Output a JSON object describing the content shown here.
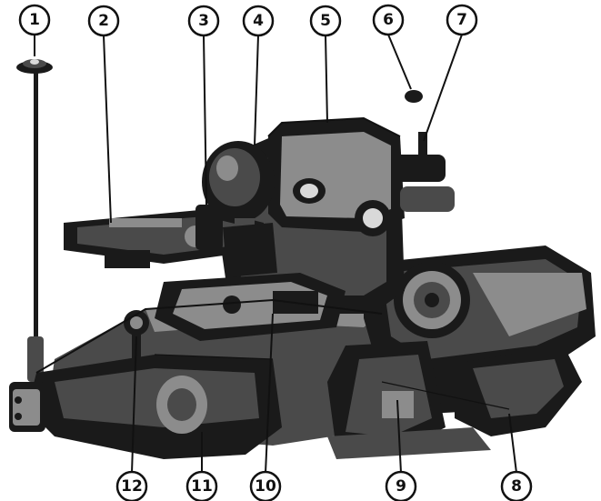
{
  "callouts": [
    {
      "label": "1"
    },
    {
      "label": "2"
    },
    {
      "label": "3"
    },
    {
      "label": "4"
    },
    {
      "label": "5"
    },
    {
      "label": "6"
    },
    {
      "label": "7"
    },
    {
      "label": "8"
    },
    {
      "label": "9"
    },
    {
      "label": "10"
    },
    {
      "label": "11"
    },
    {
      "label": "12"
    }
  ]
}
